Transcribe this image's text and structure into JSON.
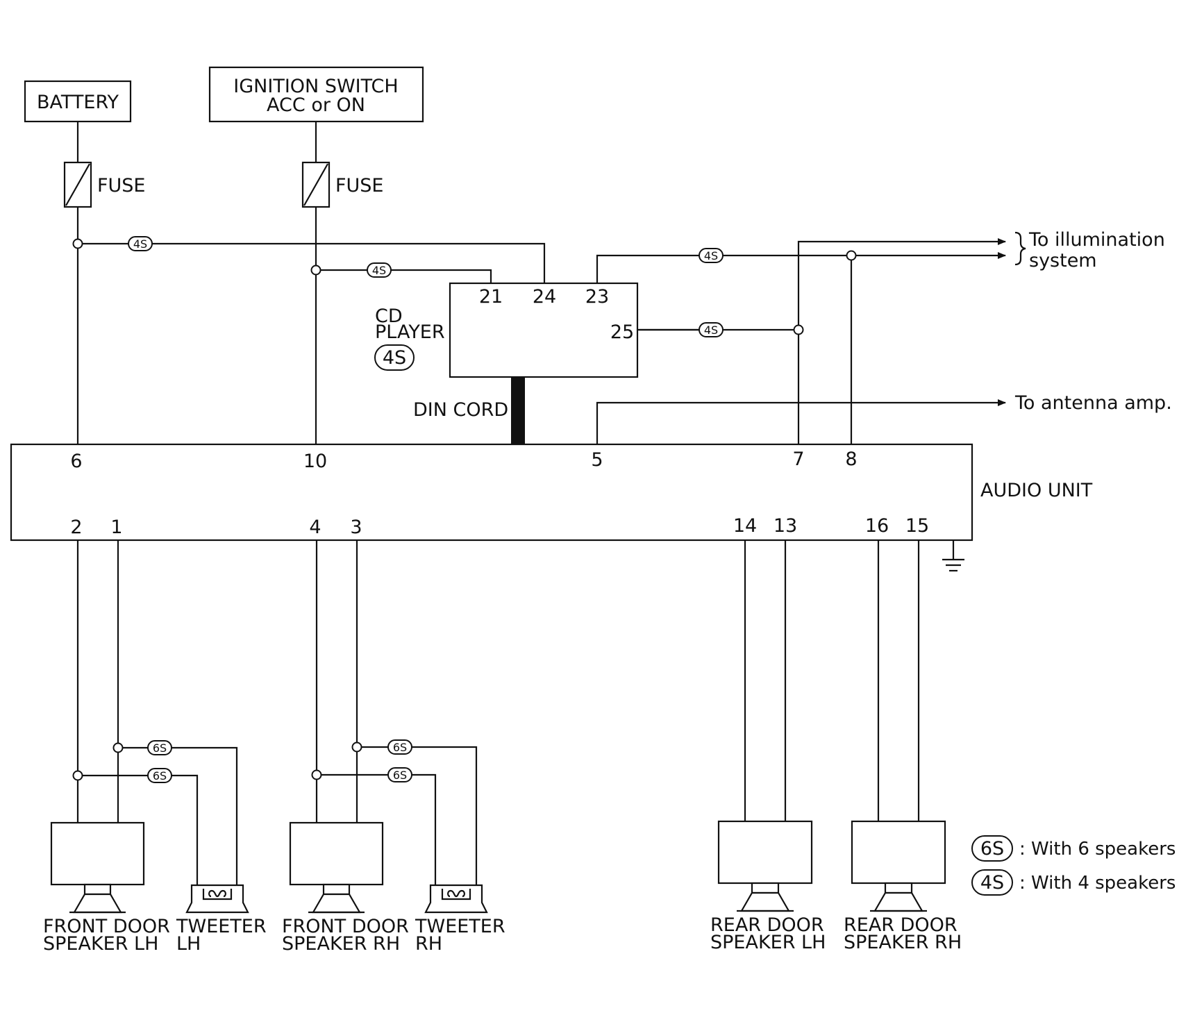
{
  "components": {
    "battery": "BATTERY",
    "ignition_switch_line1": "IGNITION SWITCH",
    "ignition_switch_line2": "ACC or ON",
    "fuse": "FUSE",
    "cd_player_line1": "CD",
    "cd_player_line2": "PLAYER",
    "din_cord": "DIN CORD",
    "audio_unit": "AUDIO UNIT",
    "front_door_speaker_lh_line1": "FRONT DOOR",
    "front_door_speaker_lh_line2": "SPEAKER LH",
    "tweeter_lh_line1": "TWEETER",
    "tweeter_lh_line2": "LH",
    "front_door_speaker_rh_line1": "FRONT DOOR",
    "front_door_speaker_rh_line2": "SPEAKER RH",
    "tweeter_rh_line1": "TWEETER",
    "tweeter_rh_line2": "RH",
    "rear_door_speaker_lh_line1": "REAR DOOR",
    "rear_door_speaker_lh_line2": "SPEAKER LH",
    "rear_door_speaker_rh_line1": "REAR DOOR",
    "rear_door_speaker_rh_line2": "SPEAKER RH"
  },
  "destinations": {
    "illumination_line1": "To illumination",
    "illumination_line2": "system",
    "antenna": "To antenna amp."
  },
  "cd_player_pins": {
    "p21": "21",
    "p24": "24",
    "p23": "23",
    "p25": "25"
  },
  "audio_unit_pins": {
    "p6": "6",
    "p10": "10",
    "p5": "5",
    "p7": "7",
    "p8": "8",
    "p2": "2",
    "p1": "1",
    "p4": "4",
    "p3": "3",
    "p14": "14",
    "p13": "13",
    "p16": "16",
    "p15": "15"
  },
  "badges": {
    "four_s": "4S",
    "six_s": "6S"
  },
  "legend": {
    "six_s_code": "6S",
    "six_s_text": ": With 6 speakers",
    "four_s_code": "4S",
    "four_s_text": ": With 4 speakers"
  }
}
